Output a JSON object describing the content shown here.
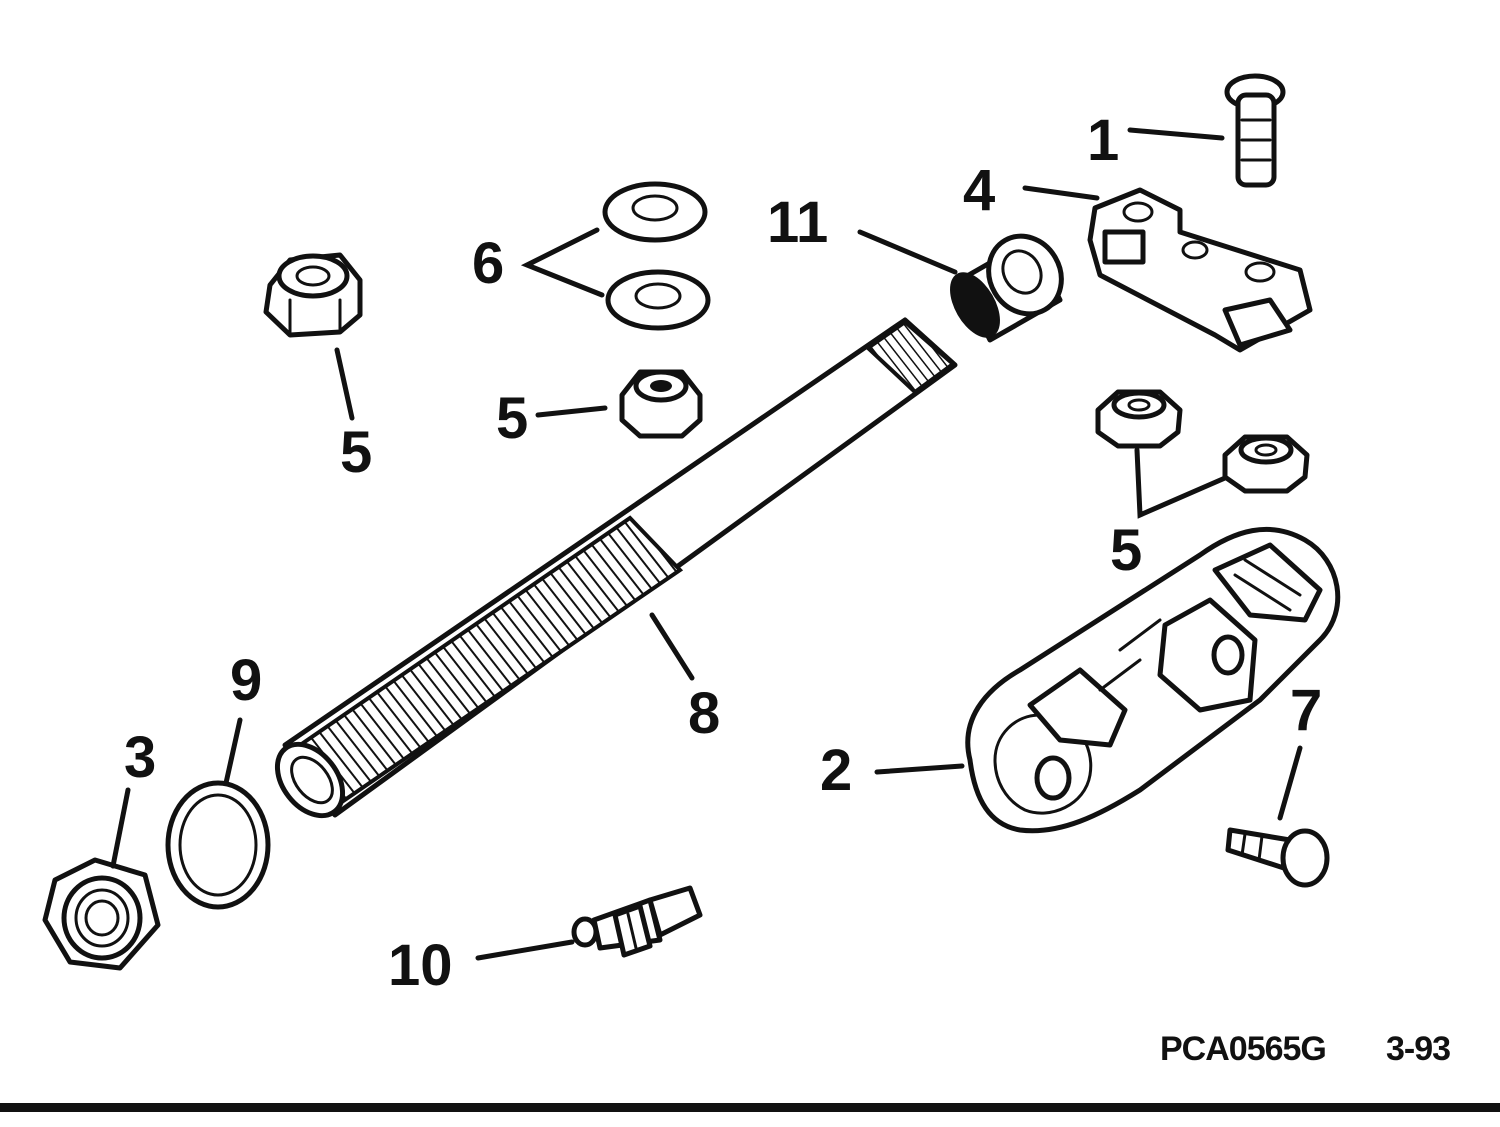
{
  "callouts": {
    "c1": "1",
    "c2": "2",
    "c3": "3",
    "c4": "4",
    "c5a": "5",
    "c5b": "5",
    "c5c": "5",
    "c6": "6",
    "c7": "7",
    "c8": "8",
    "c9": "9",
    "c10": "10",
    "c11": "11"
  },
  "footer": {
    "code": "PCA0565G",
    "page": "3-93"
  },
  "colors": {
    "ink": "#111111",
    "paper": "#ffffff"
  }
}
